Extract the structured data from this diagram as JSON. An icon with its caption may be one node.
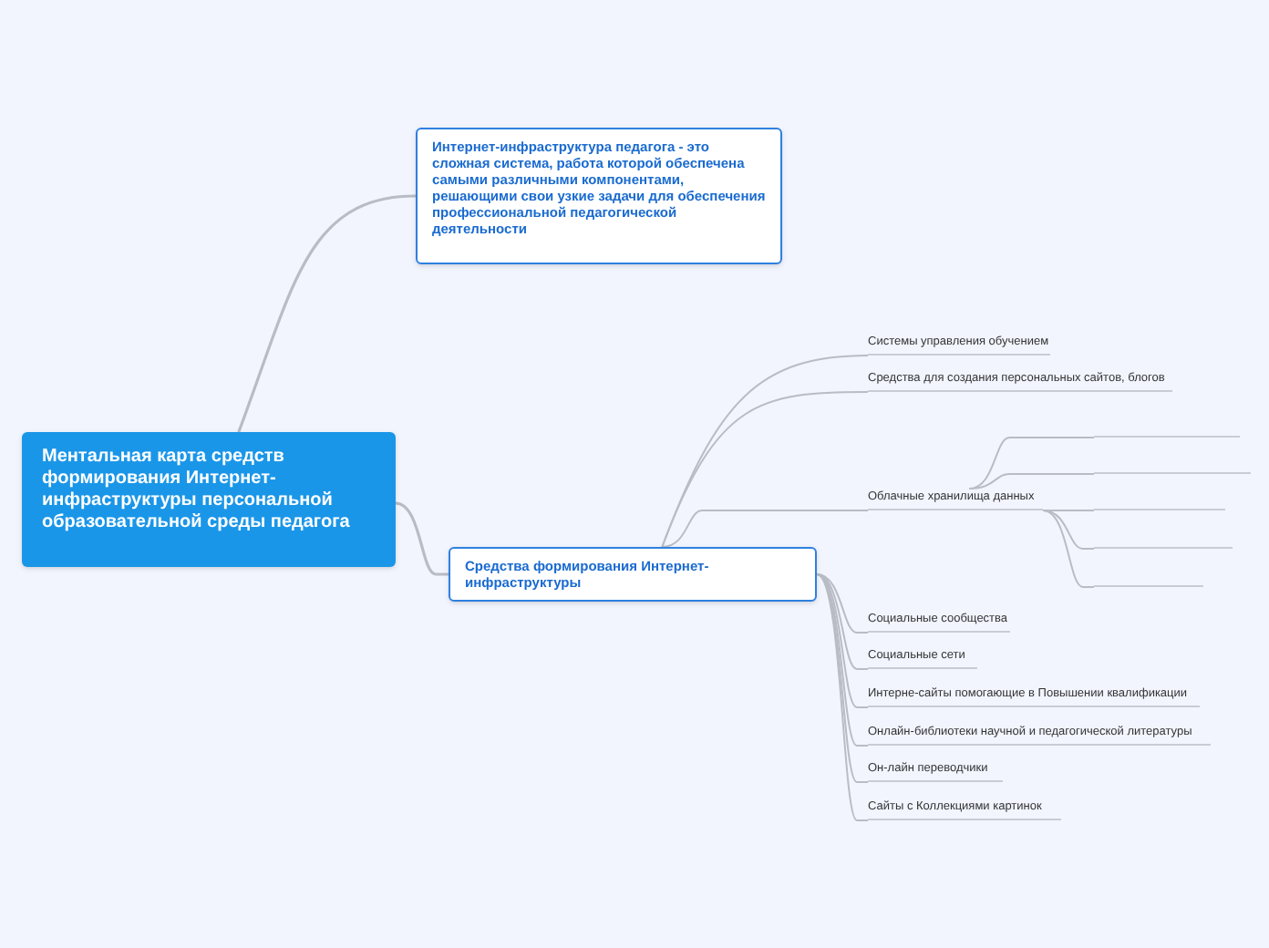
{
  "diagram": {
    "nodes": [
      {
        "text": [
          "Ментальная карта средств формирования Интернет-инфраструктуры персональной образовательной среды педагога"
        ]
      },
      {
        "text": [
          "Интернет-инфраструктура педагога - это сложная система, работа которой обеспечена самыми различными компонентами, решающими свои узкие задачи для обеспечения профессиональной педагогической деятельности"
        ]
      },
      {
        "text": [
          "Средства формирования Интернет-инфраструктуры"
        ]
      },
      {
        "text": [
          "Системы управления обучением"
        ]
      },
      {
        "text": [
          "Средства для создания персональных сайтов, блогов"
        ]
      },
      {
        "text": [
          "Облачные хранилища данных"
        ]
      },
      {
        "text": [],
        "shape": "bar"
      },
      {
        "text": [],
        "shape": "bar"
      },
      {
        "text": [],
        "shape": "bar"
      },
      {
        "text": [],
        "shape": "bar"
      },
      {
        "text": [],
        "shape": "bar"
      },
      {
        "text": [
          "Социальные сообщества"
        ]
      },
      {
        "text": [
          "Социальные сети"
        ]
      },
      {
        "text": [
          "Интерне-сайты помогающие в Повышении квалификации"
        ]
      },
      {
        "text": [
          "Онлайн-библиотеки научной и педагогической литературы"
        ]
      },
      {
        "text": [
          "Он-лайн переводчики"
        ]
      },
      {
        "text": [
          "Сайты с Коллекциями картинок"
        ]
      }
    ],
    "edges": [
      {
        "from": 0,
        "to": 1,
        "arrow": "none"
      },
      {
        "from": 0,
        "to": 2,
        "arrow": "none"
      },
      {
        "from": 2,
        "to": 3,
        "arrow": "none"
      },
      {
        "from": 2,
        "to": 4,
        "arrow": "none"
      },
      {
        "from": 2,
        "to": 5,
        "arrow": "none"
      },
      {
        "from": 5,
        "to": 6,
        "arrow": "none"
      },
      {
        "from": 5,
        "to": 7,
        "arrow": "none"
      },
      {
        "from": 5,
        "to": 8,
        "arrow": "none"
      },
      {
        "from": 5,
        "to": 9,
        "arrow": "none"
      },
      {
        "from": 5,
        "to": 10,
        "arrow": "none"
      },
      {
        "from": 2,
        "to": 11,
        "arrow": "none"
      },
      {
        "from": 2,
        "to": 12,
        "arrow": "none"
      },
      {
        "from": 2,
        "to": 13,
        "arrow": "none"
      },
      {
        "from": 2,
        "to": 14,
        "arrow": "none"
      },
      {
        "from": 2,
        "to": 15,
        "arrow": "none"
      },
      {
        "from": 2,
        "to": 16,
        "arrow": "none"
      }
    ]
  }
}
